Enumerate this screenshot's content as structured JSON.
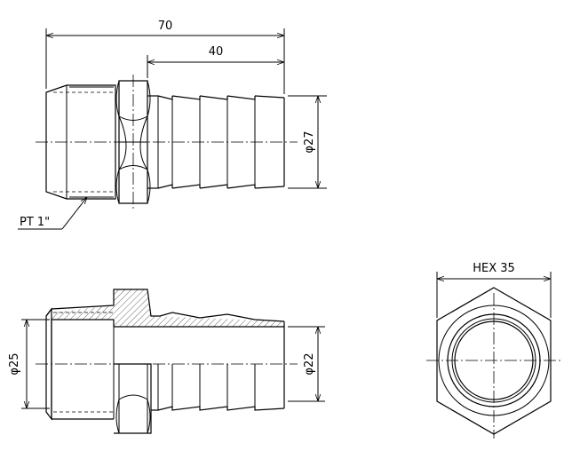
{
  "dimensions": {
    "overall_length": "70",
    "barb_length": "40",
    "barb_diameter": "φ27",
    "thread_spec": "PT 1\"",
    "thread_bore": "φ25",
    "barb_bore": "φ22",
    "hex_size": "HEX 35"
  }
}
